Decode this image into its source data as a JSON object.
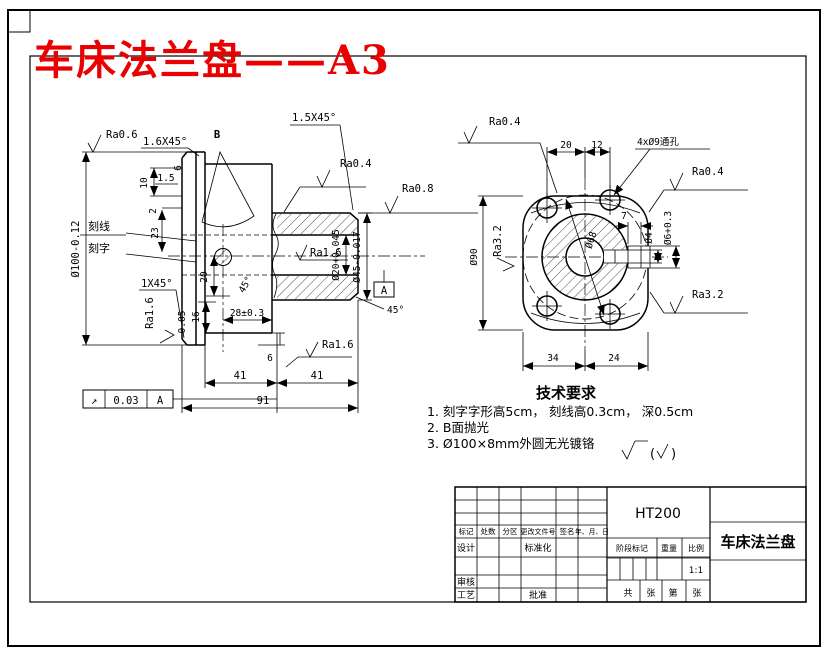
{
  "page": {
    "title": "车床法兰盘——A3"
  },
  "sv": {
    "b_label": "B",
    "ra06": "Ra0.6",
    "ra04": "Ra0.4",
    "ra08": "Ra0.8",
    "ra16_bore": "Ra1.6",
    "ra16_left": "Ra1.6",
    "ra16_bottom": "Ra1.6",
    "ch_left": "1.6X45°",
    "ch_top": "1.5X45°",
    "ch_bl": "1X45°",
    "kexian": "刻线",
    "kezi": "刻字",
    "dia100": "Ø100-0.12",
    "dia20": "Ø20+0.045",
    "dia45": "Ø45-0.017",
    "d6_top": "6",
    "d15": "1.5",
    "d10": "10",
    "d2": "2",
    "d23": "23",
    "d005": "0.05",
    "d20": "20",
    "d16": "16",
    "d28": "28±0.3",
    "ang45a": "45°",
    "ang45b": "45°",
    "d6_bot": "6",
    "d41a": "41",
    "d41b": "41",
    "d91": "91",
    "gdt_sym": "↗",
    "gdt_val": "0.03",
    "gdt_ref": "A",
    "datum": "A"
  },
  "fv": {
    "ra04_tl": "Ra0.4",
    "ra04_tr": "Ra0.4",
    "ra32_l": "Ra3.2",
    "ra32_br": "Ra3.2",
    "d20": "20",
    "d12": "12",
    "holes": "4xØ9通孔",
    "dia90": "Ø90",
    "dia68": "Ø68",
    "d7": "7",
    "dia4": "Ø4",
    "dia6": "Ø6+0.3",
    "d34": "34",
    "d24": "24"
  },
  "tech": {
    "heading": "技术要求",
    "item1": "1.  刻字字形高5cm， 刻线高0.3cm， 深0.5cm",
    "item2": "2.  B面抛光",
    "item3": "3.  Ø100×8mm外圆无光镀铬",
    "paren_open": "(",
    "paren_close": ")"
  },
  "tb": {
    "material": "HT200",
    "part_name": "车床法兰盘",
    "scale_value": "1:1",
    "h_biaoji": "标记",
    "h_chushu": "处数",
    "h_fenqu": "分区",
    "h_genggai": "更改文件号",
    "h_qianming": "签名",
    "h_riqi": "年、月、日",
    "design": "设计",
    "standard": "标准化",
    "audit": "审核",
    "process": "工艺",
    "approve": "批准",
    "stage": "阶段标记",
    "weight": "重量",
    "scale_label": "比例",
    "sheet_gong": "共",
    "sheet_zhang1": "张",
    "sheet_di": "第",
    "sheet_zhang2": "张"
  }
}
